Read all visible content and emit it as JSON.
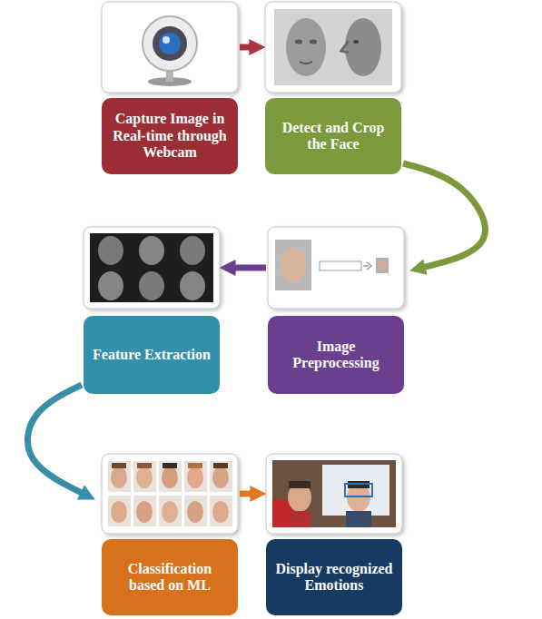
{
  "diagram": {
    "nodes": [
      {
        "text": [
          "Capture Image in Real-time through Webcam"
        ]
      },
      {
        "text": [
          "Detect and Crop the Face"
        ]
      },
      {
        "text": [
          "Feature Extraction"
        ]
      },
      {
        "text": [
          "Image Preprocessing"
        ]
      },
      {
        "text": [
          "Classification based on ML"
        ]
      },
      {
        "text": [
          "Display recognized Emotions"
        ]
      }
    ],
    "edges": [
      {
        "from": 0,
        "to": 1,
        "arrow": "to"
      },
      {
        "from": 1,
        "to": 3,
        "arrow": "to"
      },
      {
        "from": 3,
        "to": 2,
        "arrow": "to"
      },
      {
        "from": 2,
        "to": 4,
        "arrow": "to"
      },
      {
        "from": 4,
        "to": 5,
        "arrow": "to"
      }
    ]
  }
}
